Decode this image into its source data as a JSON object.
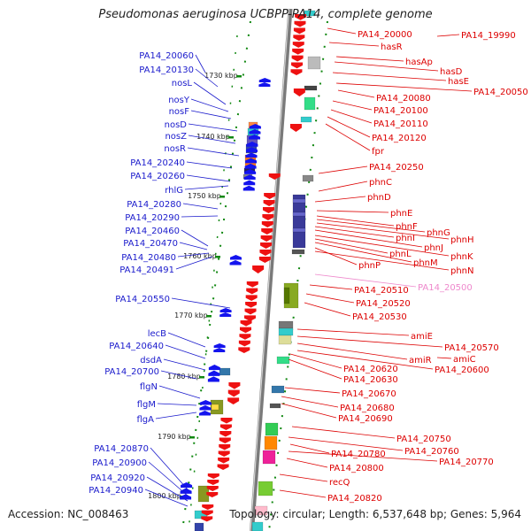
{
  "header": {
    "title": "Pseudomonas aeruginosa UCBPP-PA14, complete genome"
  },
  "footer": {
    "accession": "Accession: NC_008463",
    "topology": "Topology: circular; Length: 6,537,648 bp; Genes: 5,964"
  },
  "scale": [
    "1730 kbp",
    "1740 kbp",
    "1750 kbp",
    "1760 kbp",
    "1770 kbp",
    "1780 kbp",
    "1790 kbp",
    "1800 kbp"
  ],
  "colors": {
    "minus_label": "#1a1acc",
    "plus_label": "#dd0000",
    "faded_label": "#ee88cc",
    "minus_arrow": "#1414ee",
    "plus_arrow": "#ee1111",
    "backbone": "#9a9a9a",
    "ticks": "#118811"
  },
  "genes_minus": [
    "PA14_20060",
    "PA14_20130",
    "nosL",
    "nosY",
    "nosF",
    "nosD",
    "nosZ",
    "nosR",
    "PA14_20240",
    "PA14_20260",
    "rhlG",
    "PA14_20280",
    "PA14_20290",
    "PA14_20460",
    "PA14_20470",
    "PA14_20480",
    "PA14_20491",
    "PA14_20550",
    "lecB",
    "PA14_20640",
    "dsdA",
    "PA14_20700",
    "flgN",
    "flgM",
    "flgA",
    "PA14_20870",
    "PA14_20900",
    "PA14_20920",
    "PA14_20940"
  ],
  "genes_plus": [
    "PA14_20000",
    "PA14_19990",
    "hasR",
    "hasAp",
    "hasD",
    "hasE",
    "PA14_20050",
    "PA14_20080",
    "PA14_20100",
    "PA14_20110",
    "PA14_20120",
    "fpr",
    "PA14_20250",
    "phnC",
    "phnD",
    "phnE",
    "phnF",
    "phnG",
    "phnH",
    "phnI",
    "phnJ",
    "phnK",
    "phnL",
    "phnM",
    "phnP",
    "phnN",
    "PA14_20510",
    "PA14_20500",
    "PA14_20520",
    "PA14_20530",
    "amiE",
    "PA14_20570",
    "amiR",
    "amiC",
    "PA14_20600",
    "PA14_20620",
    "PA14_20630",
    "PA14_20670",
    "PA14_20680",
    "PA14_20690",
    "PA14_20750",
    "PA14_20760",
    "PA14_20780",
    "PA14_20770",
    "PA14_20800",
    "recQ",
    "PA14_20820"
  ]
}
